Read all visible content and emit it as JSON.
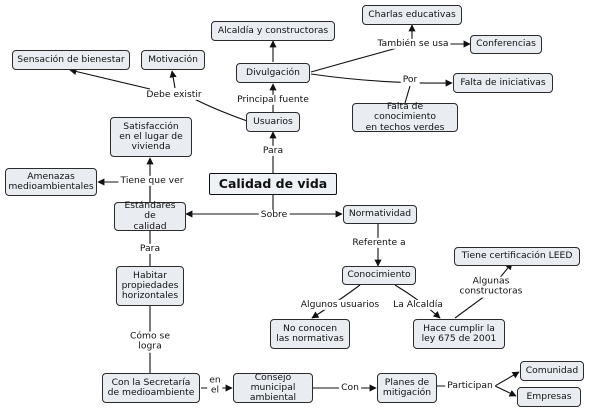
{
  "nodes": {
    "calidad_de_vida": "Calidad de vida",
    "usuarios": "Usuarios",
    "divulgacion": "Divulgación",
    "alcaldia_y_constructoras": "Alcaldía y constructoras",
    "charlas_educativas": "Charlas educativas",
    "conferencias": "Conferencias",
    "falta_de_iniciativas": "Falta de iniciativas",
    "falta_de_conocimiento": "Falta de conocimiento\nen techos verdes",
    "sensacion_de_bienestar": "Sensación de bienestar",
    "motivacion": "Motivación",
    "satisfaccion": "Satisfacción\nen el lugar de\nvivienda",
    "amenazas": "Amenazas\nmedioambientales",
    "estandares": "Estándares de\ncalidad",
    "normatividad": "Normatividad",
    "habitar": "Habitar\npropiedades\nhorizontales",
    "conocimiento": "Conocimiento",
    "certificacion_leed": "Tiene certificación LEED",
    "no_conocen": "No conocen\nlas normativas",
    "hace_cumplir": "Hace cumplir la\nley 675 de 2001",
    "secretaria": "Con la Secretaría\nde medioambiente",
    "consejo": "Consejo municipal\nambiental",
    "planes": "Planes de\nmitigación",
    "comunidad": "Comunidad",
    "empresas": "Empresas"
  },
  "links": {
    "para_1": "Para",
    "principal_fuente": "Principal fuente",
    "tambien_se_usa": "También se usa",
    "por": "Por",
    "debe_existir": "Debe existir",
    "tiene_que_ver": "Tiene que ver",
    "sobre": "Sobre",
    "para_2": "Para",
    "referente_a": "Referente a",
    "algunos_usuarios": "Algunos usuarios",
    "la_alcaldia": "La Alcaldía",
    "algunas_constructoras": "Algunas constructoras",
    "como_se_logra": "Cómo se\nlogra",
    "en_el": "en\nel",
    "con": "Con",
    "participan": "Participan"
  }
}
